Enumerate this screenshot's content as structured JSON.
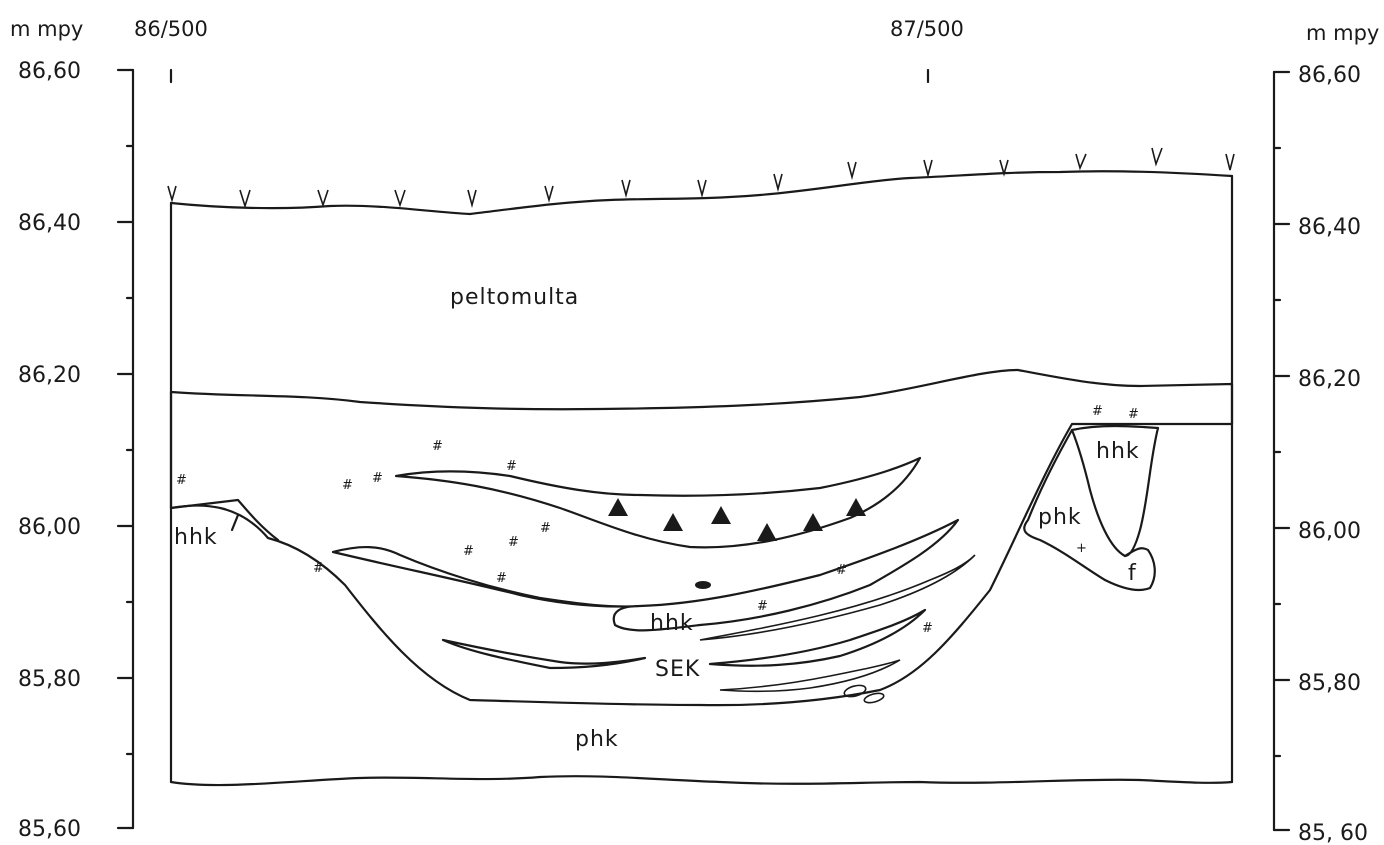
{
  "left_axis": {
    "unit": "m mpy",
    "ticks": [
      "86,60",
      "86,40",
      "86,20",
      "86,00",
      "85,80",
      "85,60"
    ]
  },
  "right_axis": {
    "unit": "m mpy",
    "ticks": [
      "86,60",
      "86,40",
      "86,20",
      "86,00",
      "85,80",
      "85, 60"
    ]
  },
  "stations": [
    "86/500",
    "87/500"
  ],
  "layers": {
    "peltomulta": "peltomulta",
    "hhk_left": "hhk",
    "hhk_center": "hhk",
    "hhk_right": "hhk",
    "phk_right": "phk",
    "phk_bottom": "phk",
    "sek": "SEK",
    "f": "f"
  }
}
